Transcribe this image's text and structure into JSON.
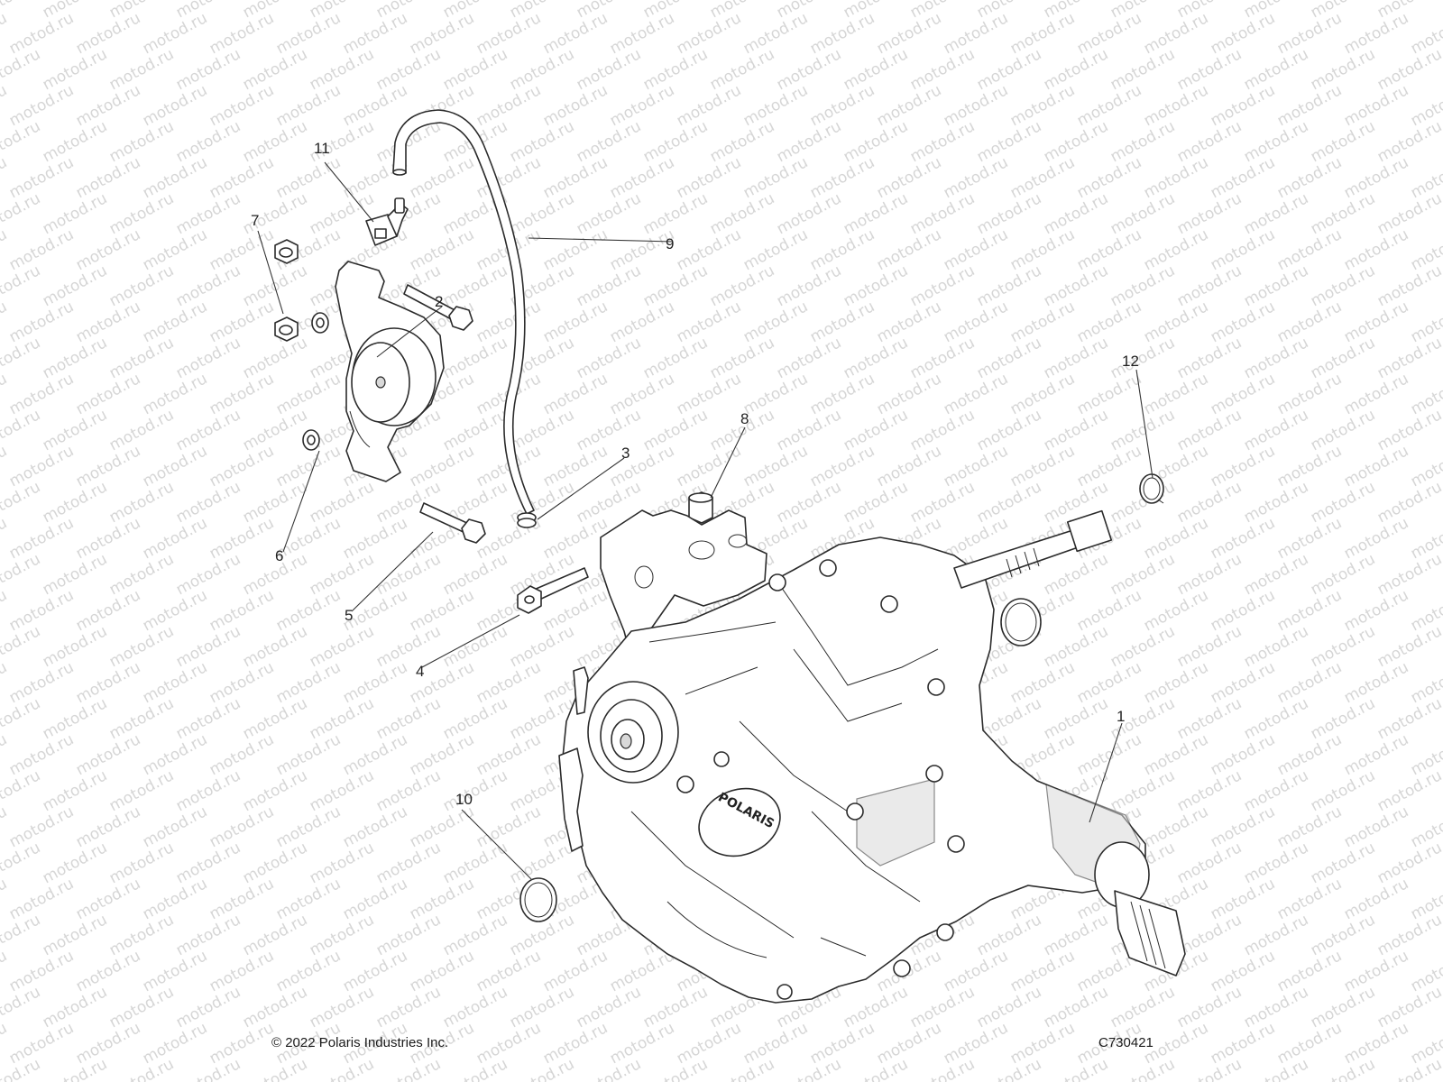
{
  "watermark": "motod.ru",
  "footer": {
    "copyright": "© 2022 Polaris Industries Inc.",
    "figure_code": "C730421"
  },
  "housing_logo": "POLARIS",
  "callouts": [
    {
      "id": "1",
      "label": "1",
      "part": "transmission"
    },
    {
      "id": "2",
      "label": "2",
      "part": "sensor-bracket"
    },
    {
      "id": "3",
      "label": "3",
      "part": "hose-clamp"
    },
    {
      "id": "4",
      "label": "4",
      "part": "flange-bolt-long"
    },
    {
      "id": "5",
      "label": "5",
      "part": "hex-bolt"
    },
    {
      "id": "6",
      "label": "6",
      "part": "lock-washer"
    },
    {
      "id": "7",
      "label": "7",
      "part": "flange-nut"
    },
    {
      "id": "8",
      "label": "8",
      "part": "plug-cap"
    },
    {
      "id": "9",
      "label": "9",
      "part": "vent-hose"
    },
    {
      "id": "10",
      "label": "10",
      "part": "o-ring-lower"
    },
    {
      "id": "11",
      "label": "11",
      "part": "vent-fitting"
    },
    {
      "id": "12",
      "label": "12",
      "part": "snap-ring"
    }
  ]
}
